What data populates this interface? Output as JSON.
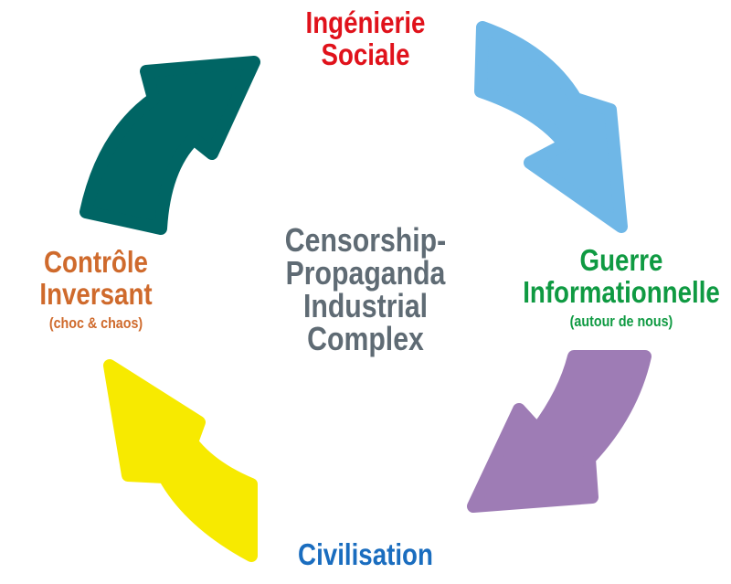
{
  "center": {
    "line1": "Censorship-",
    "line2": "Propaganda",
    "line3": "Industrial",
    "line4": "Complex",
    "color": "#5f6b74"
  },
  "nodes": {
    "top": {
      "line1": "Ingénierie",
      "line2": "Sociale",
      "color": "#e0121b"
    },
    "right": {
      "line1": "Guerre",
      "line2": "Informationnelle",
      "sub": "(autour de nous)",
      "color": "#0f9a42"
    },
    "bottom": {
      "line1": "Civilisation",
      "color": "#1a6dbf"
    },
    "left": {
      "line1": "Contrôle",
      "line2": "Inversant",
      "sub": "(choc & chaos)",
      "color": "#cf6a2c"
    }
  },
  "arrows": {
    "top_right": {
      "color": "#6fb7e7"
    },
    "bottom_right": {
      "color": "#9e7cb5"
    },
    "bottom_left": {
      "color": "#f7ea00"
    },
    "top_left": {
      "color": "#006564"
    }
  }
}
